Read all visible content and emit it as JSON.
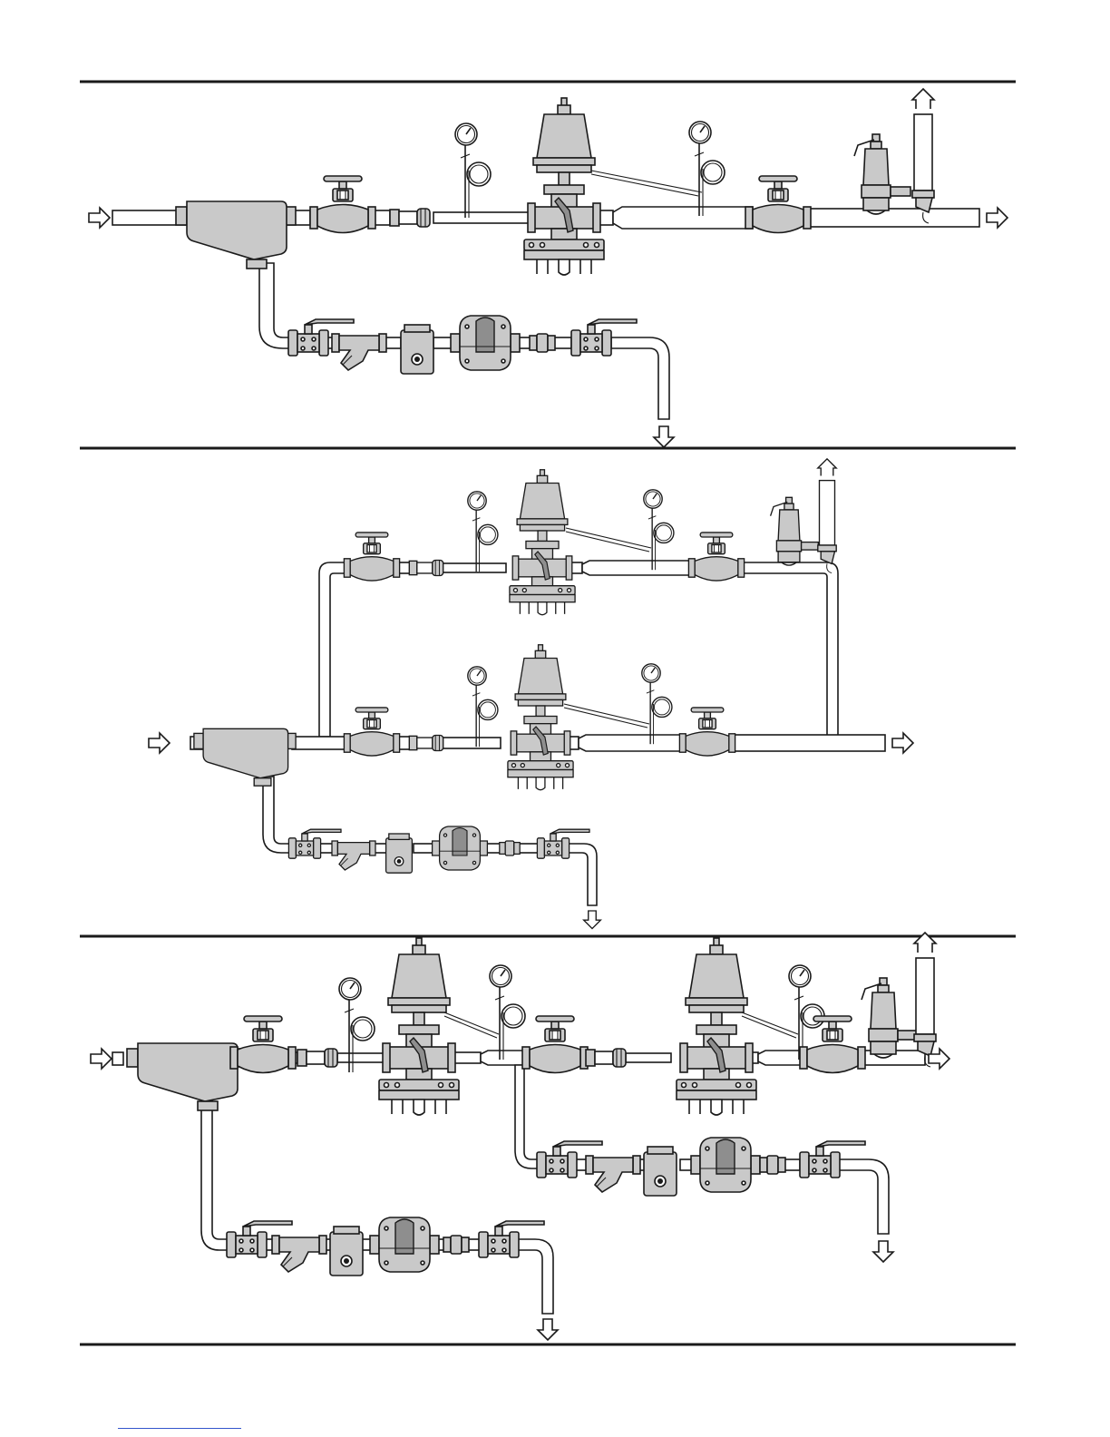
{
  "figure": {
    "panels": [
      {
        "id": "panel-1",
        "description_hidden": ""
      },
      {
        "id": "panel-2"
      },
      {
        "id": "panel-3"
      }
    ]
  },
  "icons": {
    "flow_arrow": "hollow-arrow-icon",
    "pressure_gauge": "pressure-gauge-icon",
    "globe_valve": "globe-valve-icon",
    "ball_valve": "ball-valve-icon",
    "strainer": "strainer-icon",
    "steam_trap": "steam-trap-icon",
    "pressure_reducing_valve": "pressure-reducing-valve-icon",
    "safety_valve": "safety-valve-icon",
    "separator": "separator-icon"
  },
  "colors": {
    "line": "#1a1a1a",
    "equipment_fill": "#c9c9c9",
    "pipe_fill": "#ffffff",
    "footer_link": "#3355cc"
  }
}
